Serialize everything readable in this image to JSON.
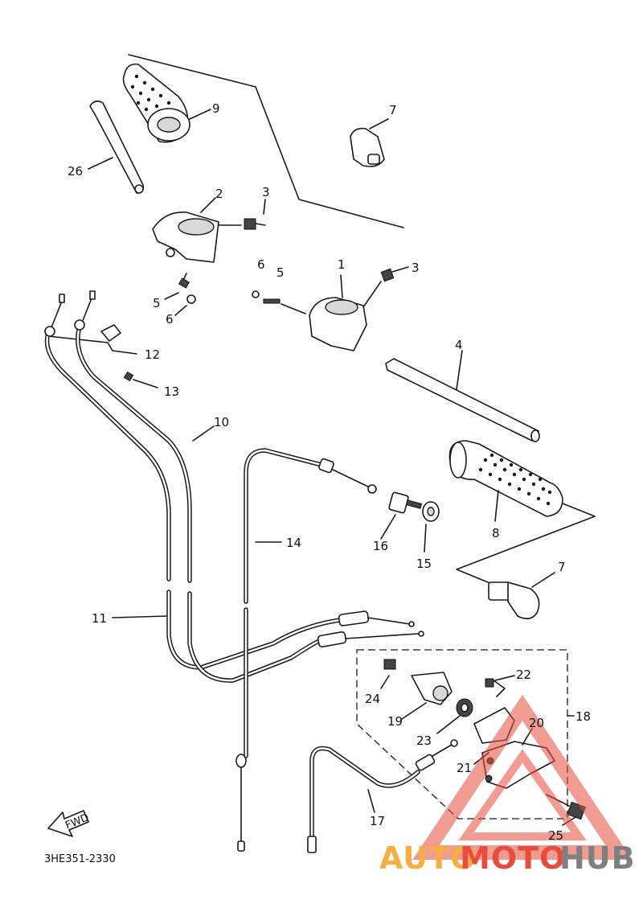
{
  "diagram_code": "3HE351-2330",
  "fwd_label": "FWD",
  "watermark": {
    "part1": "AUTO",
    "part2": "MOTO",
    "part3": "HUB",
    "color1": "#f5b041",
    "color2": "#e74c3c",
    "color3": "#7f7f7f"
  },
  "callouts": {
    "c1": "1",
    "c2": "2",
    "c3a": "3",
    "c3b": "3",
    "c4": "4",
    "c5a": "5",
    "c5b": "5",
    "c6a": "6",
    "c6b": "6",
    "c7a": "7",
    "c7b": "7",
    "c8": "8",
    "c9": "9",
    "c10": "10",
    "c11": "11",
    "c12": "12",
    "c13": "13",
    "c14": "14",
    "c15": "15",
    "c16": "16",
    "c17": "17",
    "c18": "18",
    "c19": "19",
    "c20": "20",
    "c21": "21",
    "c22": "22",
    "c23": "23",
    "c24": "24",
    "c25": "25",
    "c26": "26"
  }
}
